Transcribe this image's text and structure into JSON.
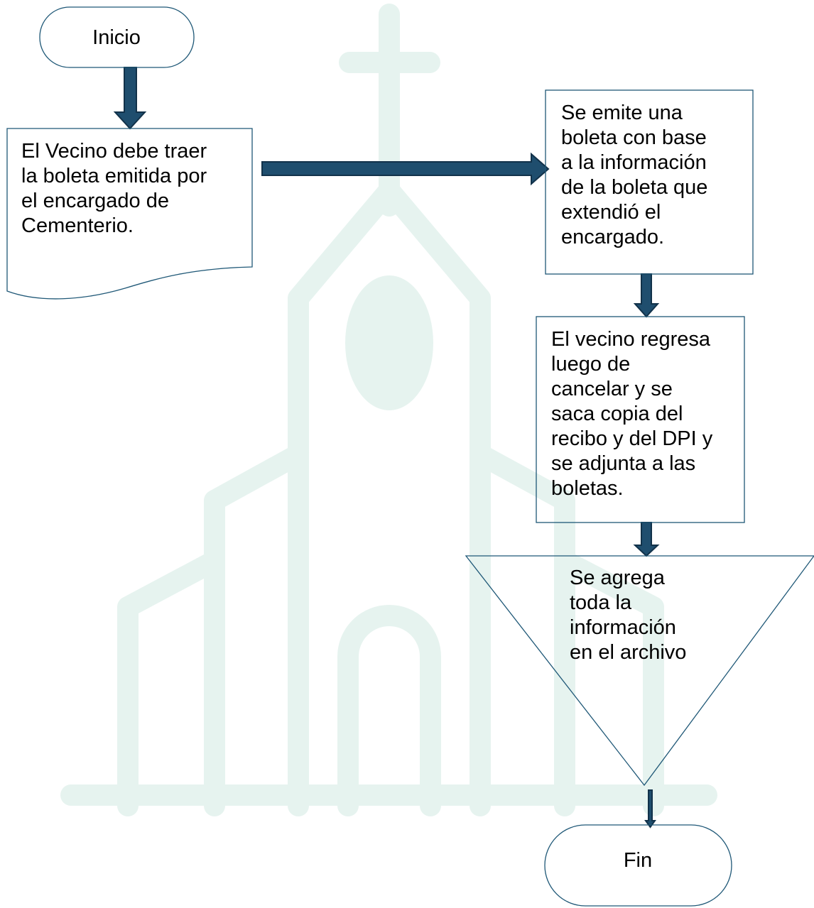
{
  "colors": {
    "arrow_fill": "#1f4e6e",
    "arrow_stroke": "#12324a",
    "shape_stroke": "#1f5877",
    "watermark": "#e6f3ef",
    "text": "#000000"
  },
  "watermark": {
    "icon": "church-icon"
  },
  "nodes": {
    "start": {
      "label": "Inicio"
    },
    "step1": {
      "lines": [
        "El Vecino debe traer",
        "la boleta emitida por",
        "el encargado de",
        "Cementerio."
      ]
    },
    "step2": {
      "lines": [
        "Se emite una",
        "boleta con base",
        "a la información",
        "de la boleta que",
        "extendió el",
        "encargado."
      ]
    },
    "step3": {
      "lines": [
        "El vecino regresa",
        "luego de",
        "cancelar y se",
        "saca copia del",
        "recibo y del DPI y",
        "se adjunta a las",
        "boletas."
      ]
    },
    "step4": {
      "lines": [
        "Se agrega",
        "toda la",
        "información",
        "en el archivo"
      ]
    },
    "end": {
      "label": "Fin"
    }
  }
}
